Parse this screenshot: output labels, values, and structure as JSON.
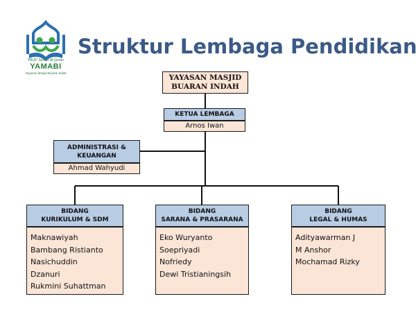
{
  "logo": {
    "line1": "PAUD Tahfidz Al-Quran",
    "name": "YAMABI",
    "line2": "Yayasan Masjid Buaran Indah",
    "colors": {
      "green": "#3ea64a",
      "blue": "#2c6fb3",
      "teal": "#2a7b3d"
    }
  },
  "title": "Struktur Lembaga Pendidikan",
  "org": {
    "top": {
      "line1": "YAYASAN MASJID",
      "line2": "BUARAN INDAH"
    },
    "ketua": {
      "role": "KETUA LEMBAGA",
      "name": "Arnos Iwan"
    },
    "admin": {
      "role_line1": "ADMINISTRASI &",
      "role_line2": "KEUANGAN",
      "name": "Ahmad Wahyudi"
    },
    "bidang": [
      {
        "label": "BIDANG",
        "sub": "KURIKULUM & SDM",
        "members": [
          "Maknawiyah",
          "Bambang Ristianto",
          "Nasichuddin",
          "Dzanuri",
          "Rukmini Suhattman"
        ]
      },
      {
        "label": "BIDANG",
        "sub": "SARANA & PRASARANA",
        "members": [
          "Eko Wuryanto",
          "Soepriyadi",
          "Nofriedy",
          "Dewi Tristianingsih"
        ]
      },
      {
        "label": "BIDANG",
        "sub": "LEGAL & HUMAS",
        "members": [
          "Adityawarman J",
          "M Anshor",
          "Mochamad Rizky"
        ]
      }
    ]
  },
  "colors": {
    "header_fill": "#b8cce4",
    "value_fill": "#fbe5d6",
    "title": "#3b5a86"
  }
}
